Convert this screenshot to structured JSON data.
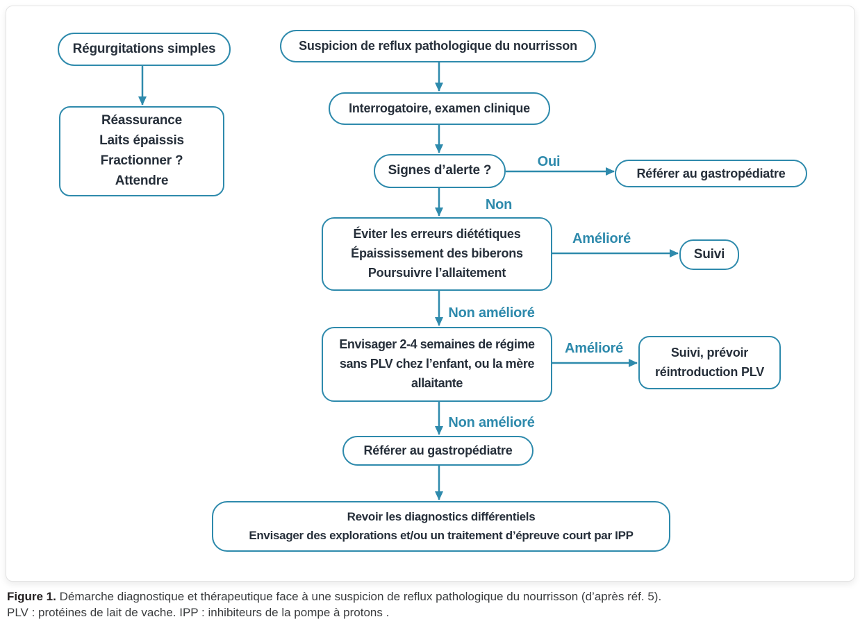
{
  "diagram": {
    "nodes": {
      "regurgitations": {
        "text": "Régurgitations simples"
      },
      "reassurance": {
        "lines": [
          "Réassurance",
          "Laits épaissis",
          "Fractionner ?",
          "Attendre"
        ]
      },
      "suspicion": {
        "text": "Suspicion de reflux pathologique du nourrisson"
      },
      "interrogatoire": {
        "text": "Interrogatoire, examen clinique"
      },
      "signes_alerte": {
        "text": "Signes d’alerte ?"
      },
      "referer_1": {
        "text": "Référer au gastropédiatre"
      },
      "eviter": {
        "lines": [
          "Éviter les erreurs diététiques",
          "Épaississement des biberons",
          "Poursuivre l’allaitement"
        ]
      },
      "suivi": {
        "text": "Suivi"
      },
      "envisager": {
        "lines": [
          "Envisager 2-4 semaines de régime",
          "sans PLV chez l’enfant, ou la mère",
          "allaitante"
        ]
      },
      "suivi_reintroduction": {
        "lines": [
          "Suivi, prévoir",
          "réintroduction PLV"
        ]
      },
      "referer_2": {
        "text": "Référer au gastropédiatre"
      },
      "revoir": {
        "lines": [
          "Revoir les diagnostics différentiels",
          "Envisager des explorations et/ou un traitement d’épreuve court par IPP"
        ]
      }
    },
    "edge_labels": {
      "oui": "Oui",
      "non": "Non",
      "ameliore": "Amélioré",
      "non_ameliore": "Non amélioré"
    },
    "colors": {
      "accent": "#2e8aac",
      "node_text": "#262f3a"
    }
  },
  "caption": {
    "label": "Figure 1.",
    "text": "Démarche diagnostique et thérapeutique face à une suspicion de reflux pathologique du nourrisson (d’après réf. 5).",
    "note": "PLV : protéines de lait de vache. IPP : inhibiteurs de la pompe à protons ."
  }
}
